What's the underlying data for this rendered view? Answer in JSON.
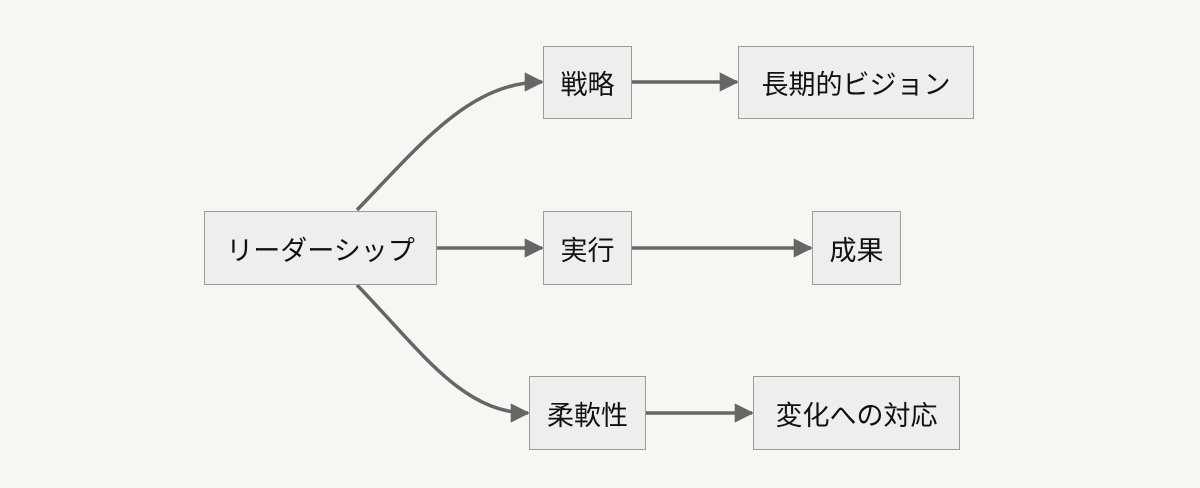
{
  "diagram": {
    "type": "flowchart",
    "direction": "left-to-right",
    "colors": {
      "background": "#f7f6f3",
      "node_fill": "#eeeeee",
      "node_border": "#9a9a9a",
      "edge": "#666666",
      "text": "#111111"
    },
    "nodes": {
      "leadership": "リーダーシップ",
      "strategy": "戦略",
      "execution": "実行",
      "flexibility": "柔軟性",
      "long_term_vision": "長期的ビジョン",
      "results": "成果",
      "adapting_to_change": "変化への対応"
    },
    "edges": [
      {
        "from": "leadership",
        "to": "strategy"
      },
      {
        "from": "leadership",
        "to": "execution"
      },
      {
        "from": "leadership",
        "to": "flexibility"
      },
      {
        "from": "strategy",
        "to": "long_term_vision"
      },
      {
        "from": "execution",
        "to": "results"
      },
      {
        "from": "flexibility",
        "to": "adapting_to_change"
      }
    ]
  }
}
